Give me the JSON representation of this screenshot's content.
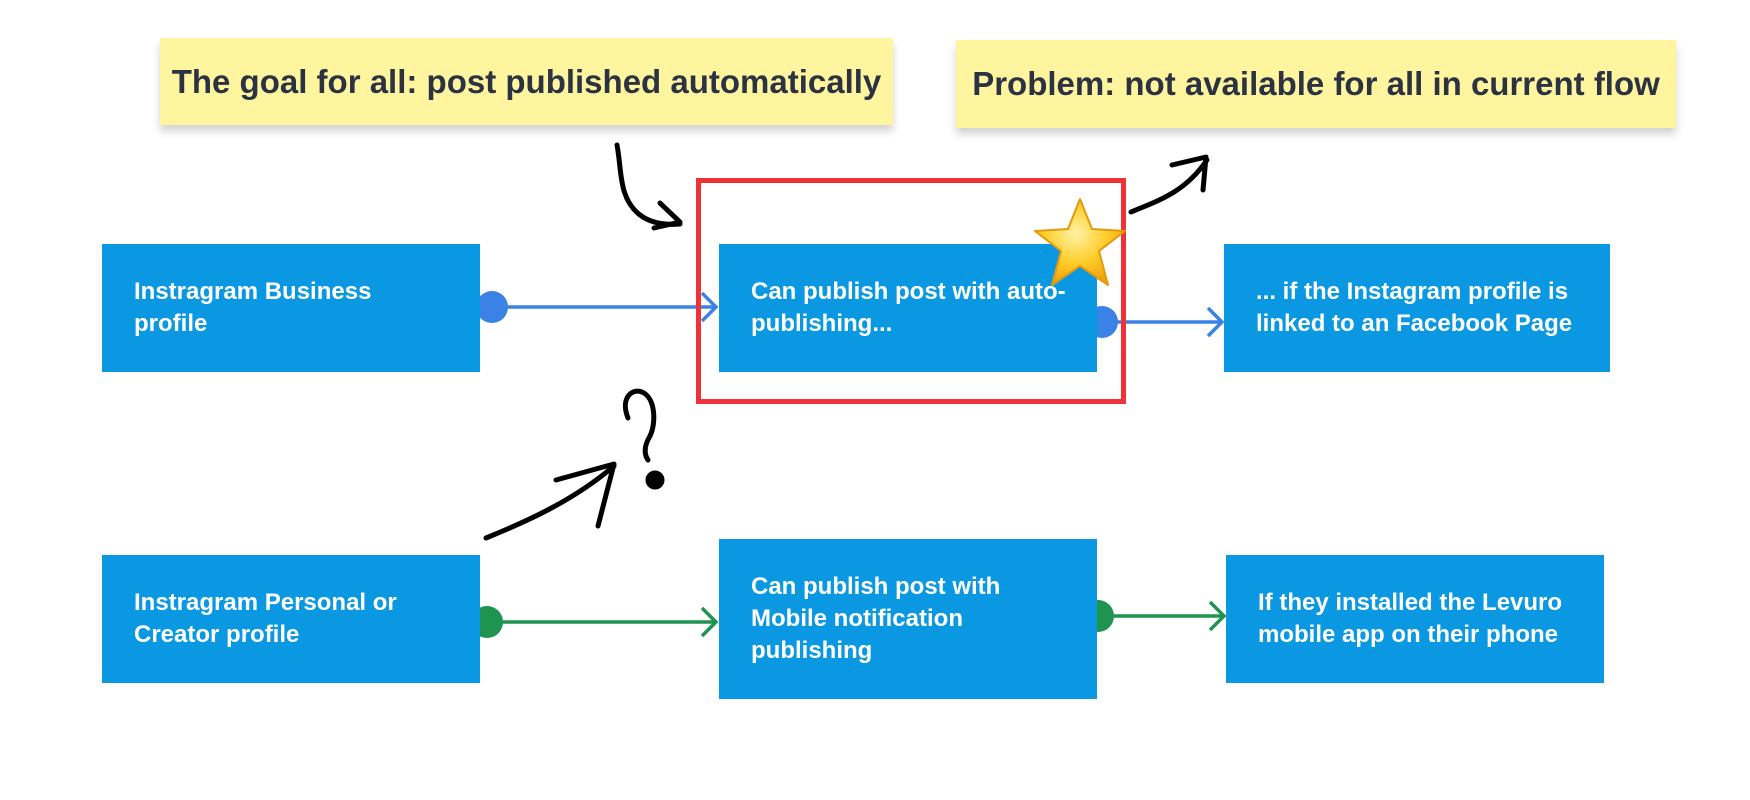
{
  "stickies": {
    "goal": "The goal for all: post published automatically",
    "problem": "Problem: not available for all in current flow"
  },
  "nodes": {
    "business": "Instragram Business profile",
    "autopub": "Can publish post with auto-publishing...",
    "fb_linked": "... if the Instagram profile is linked to an Facebook Page",
    "personal": "Instragram Personal or Creator profile",
    "mobile": "Can publish post with Mobile notification publishing",
    "app": "If they installed the Levuro mobile app on their phone"
  },
  "colors": {
    "node_fill": "#0a98e3",
    "sticky_fill": "#fff59e",
    "blue_connector": "#3b82e6",
    "green_connector": "#1e9450",
    "highlight": "#ee3237",
    "ink": "#000000"
  },
  "icons": {
    "star": "star-icon",
    "question": "question-mark-icon"
  }
}
